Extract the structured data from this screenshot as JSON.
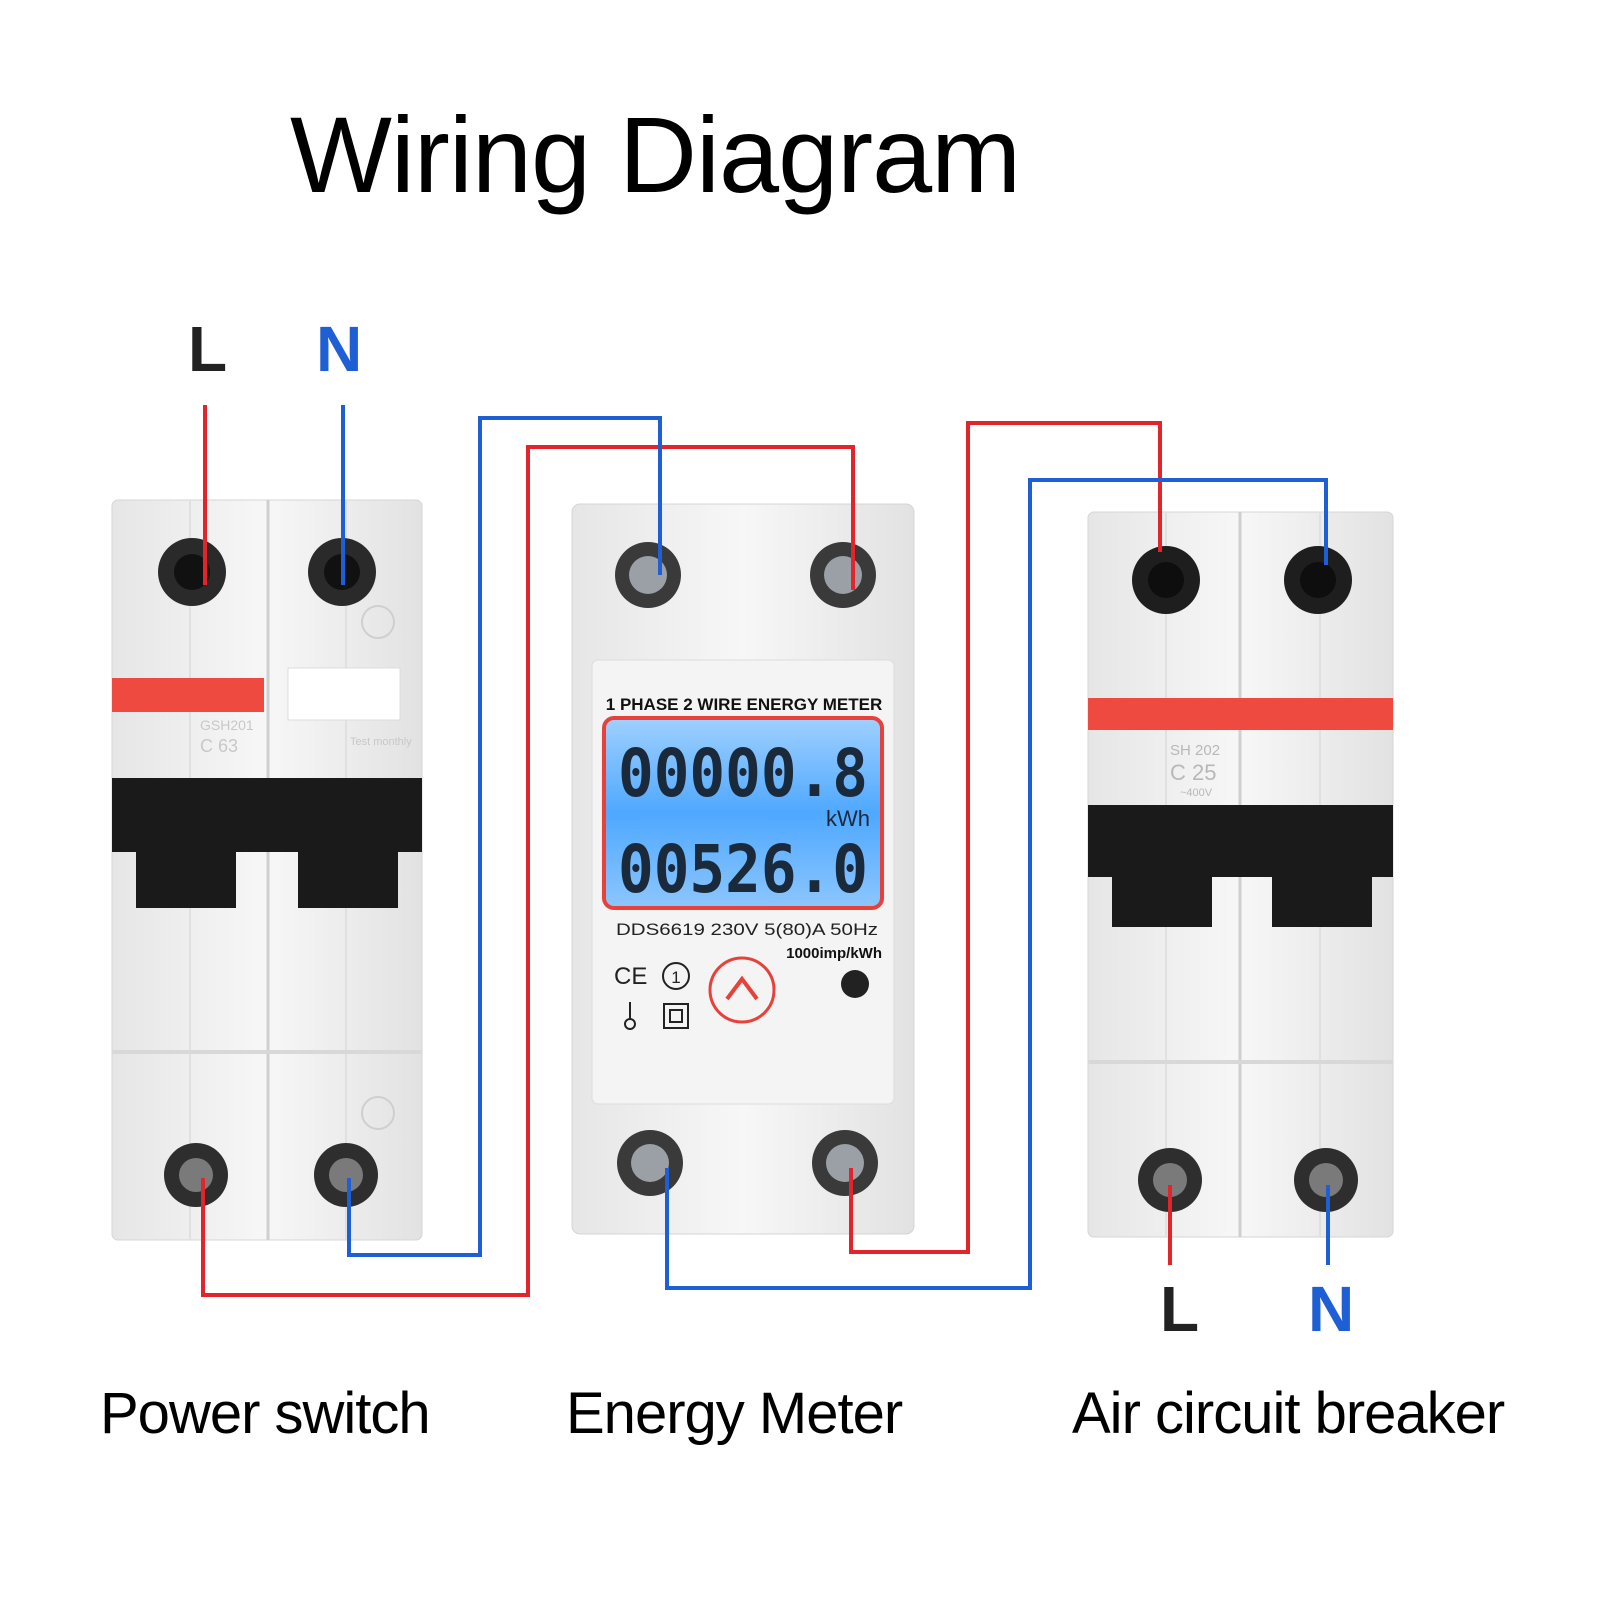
{
  "title": "Wiring Diagram",
  "top_labels": {
    "line": "L",
    "neutral": "N"
  },
  "bottom_labels": {
    "line": "L",
    "neutral": "N"
  },
  "captions": {
    "left": "Power switch",
    "center": "Energy Meter",
    "right": "Air circuit breaker"
  },
  "meter": {
    "heading": "1 PHASE 2 WIRE ENERGY METER",
    "reading_1": "00000.8",
    "unit": "kWh",
    "reading_2": "00526.0",
    "spec_line": "DDS6619 230V  5(80)A  50Hz",
    "impulse": "1000imp/kWh",
    "ce_mark": "CE",
    "class_mark": "1"
  },
  "left_breaker": {
    "model": "GSH201",
    "rating": "C 63",
    "test": "Test monthly"
  },
  "right_breaker": {
    "model": "SH 202",
    "rating": "C 25",
    "voltage": "~400V"
  },
  "colors": {
    "live": "#e3242b",
    "neutral": "#1f5fd6",
    "lcd": "#4fa8ff",
    "accent_red": "#e8413a"
  }
}
